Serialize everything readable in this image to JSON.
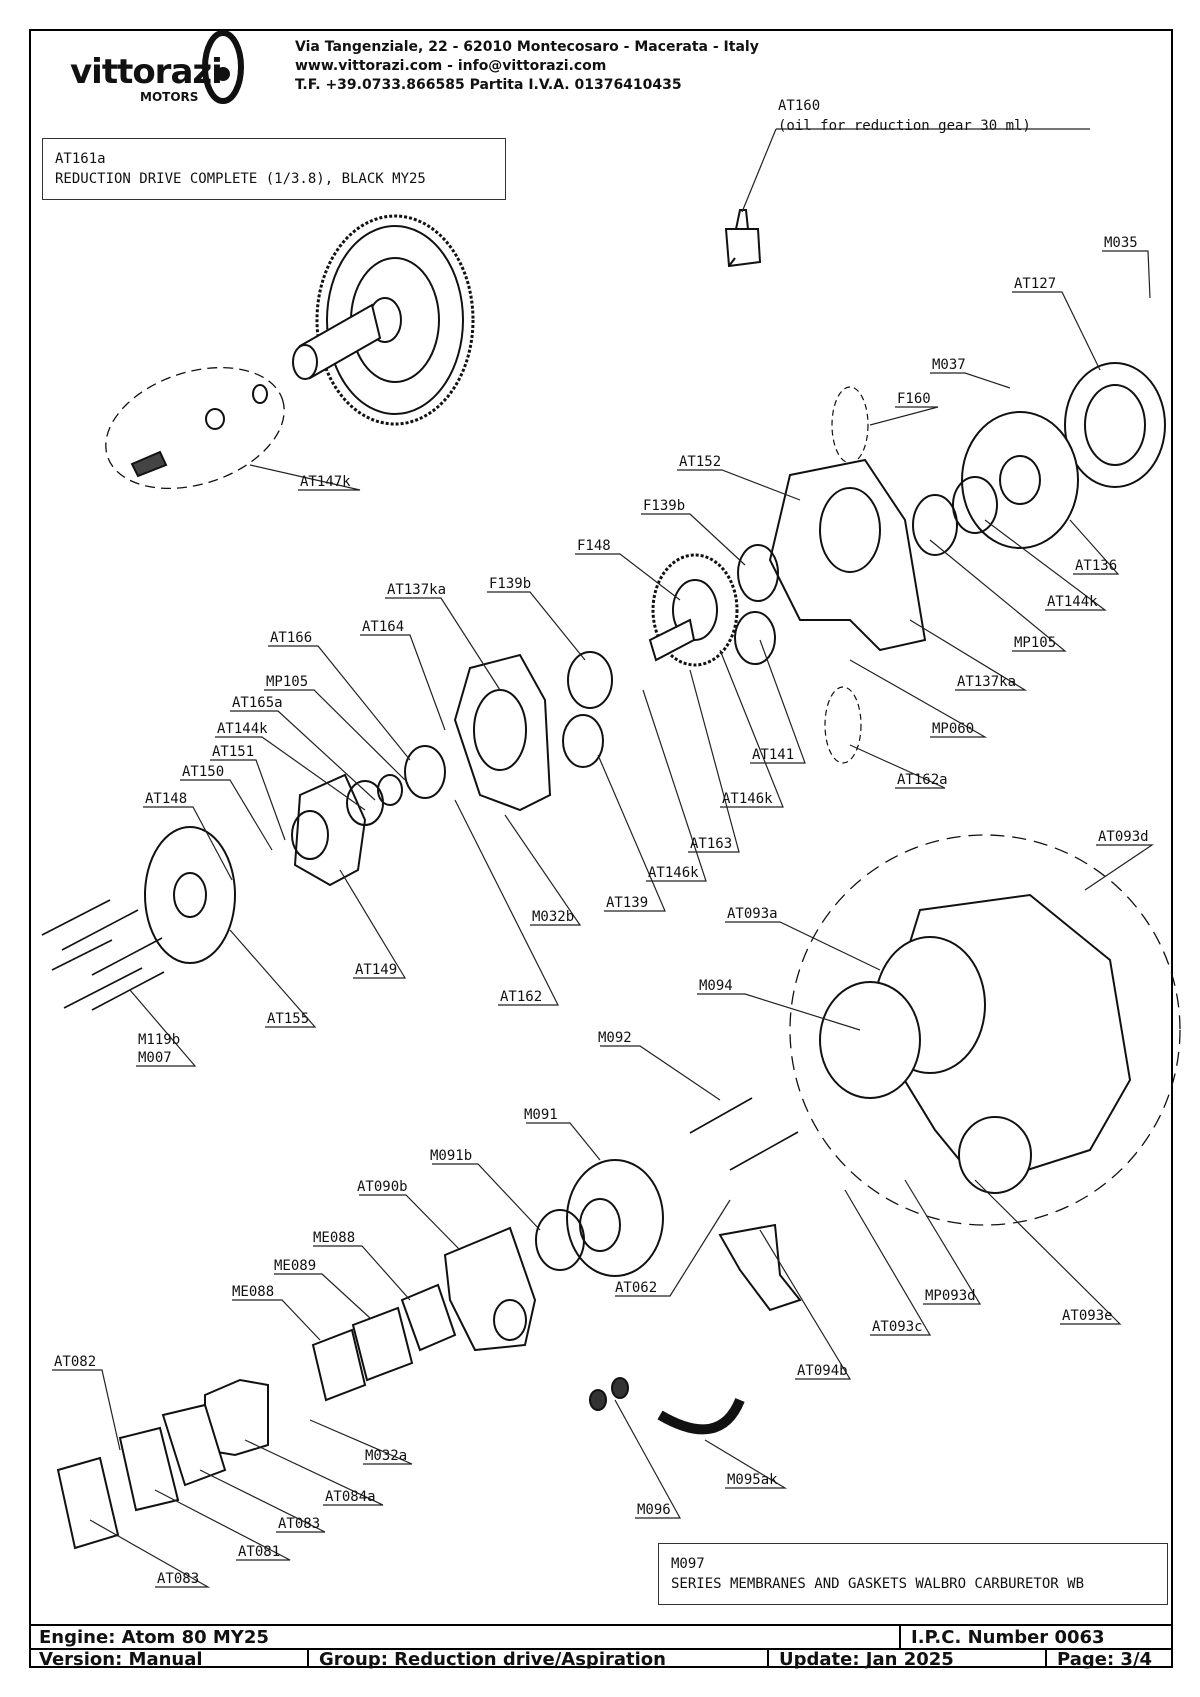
{
  "header": {
    "logo_text": "vittorazi",
    "logo_sub": "MOTORS",
    "address_line1": "Via Tangenziale, 22 - 62010 Montecosaro - Macerata - Italy",
    "address_line2": "www.vittorazi.com - info@vittorazi.com",
    "address_line3": "T.F. +39.0733.866585 Partita I.V.A. 01376410435"
  },
  "boxes": {
    "kit_top_code": "AT161a",
    "kit_top_desc": "REDUCTION DRIVE COMPLETE (1/3.8), BLACK MY25",
    "kit_bottom_code": "M097",
    "kit_bottom_desc": "SERIES MEMBRANES AND GASKETS WALBRO CARBURETOR WB"
  },
  "oil": {
    "code": "AT160",
    "desc": "(oil for reduction gear 30 ml)"
  },
  "labels": [
    "M035",
    "AT127",
    "M037",
    "F160",
    "AT152",
    "F139b",
    "F148",
    "AT136",
    "AT144k",
    "MP105",
    "AT137ka",
    "F139b",
    "AT164",
    "AT137ka",
    "AT166",
    "MP105",
    "AT165a",
    "AT144k",
    "AT151",
    "AT150",
    "AT148",
    "MP060",
    "AT141",
    "AT162a",
    "AT146k",
    "AT163",
    "AT146k",
    "AT139",
    "M032b",
    "AT149",
    "AT162",
    "AT155",
    "M119b",
    "M007",
    "AT093d",
    "AT093a",
    "M094",
    "M092",
    "M091",
    "M091b",
    "AT090b",
    "ME088",
    "ME089",
    "ME088",
    "AT062",
    "MP093d",
    "AT093e",
    "AT093c",
    "AT094b",
    "AT082",
    "M032a",
    "AT084a",
    "AT083",
    "AT081",
    "AT083",
    "M095ak",
    "M096",
    "AT147k"
  ],
  "footer": {
    "engine": "Engine: Atom 80 MY25",
    "ipc": "I.P.C. Number 0063",
    "version": "Version: Manual",
    "group": "Group: Reduction drive/Aspiration",
    "update": "Update: Jan 2025",
    "page": "Page: 3/4"
  }
}
